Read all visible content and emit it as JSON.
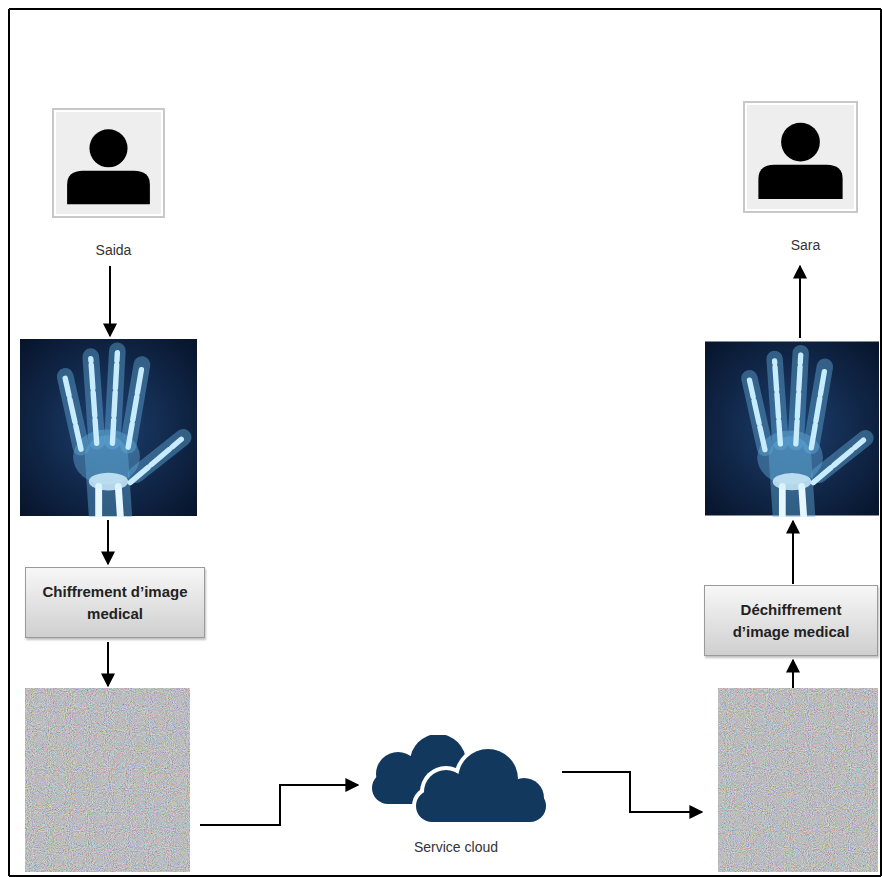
{
  "diagram": {
    "nodes": [
      {
        "text": [
          "Saida"
        ]
      },
      {
        "text": [
          "Sara"
        ]
      },
      {
        "text": [
          "Chiffrement d’image medical"
        ]
      },
      {
        "text": [
          "Déchiffrement d’image medical"
        ]
      },
      {
        "text": [
          "Service cloud"
        ]
      }
    ]
  }
}
